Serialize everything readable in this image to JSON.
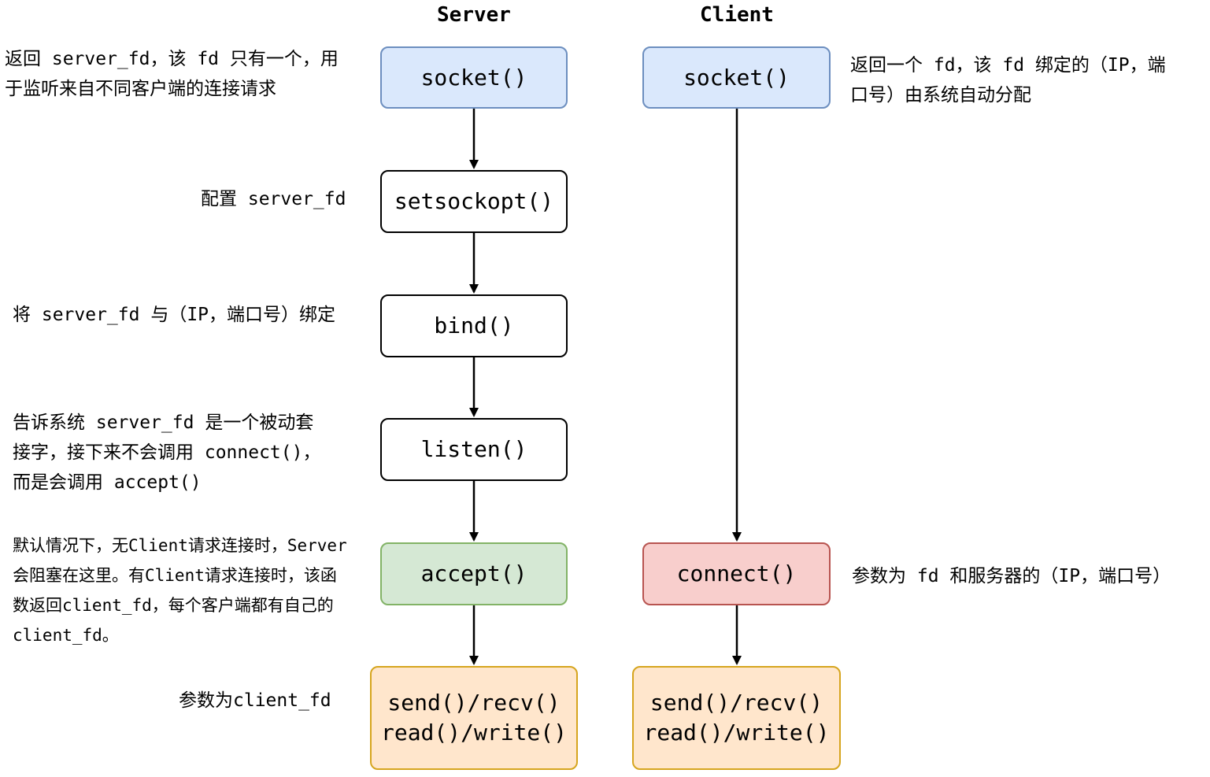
{
  "columns": {
    "server": "Server",
    "client": "Client"
  },
  "server": {
    "socket": "socket()",
    "setsockopt": "setsockopt()",
    "bind": "bind()",
    "listen": "listen()",
    "accept": "accept()",
    "io": [
      "send()/recv()",
      "read()/write()"
    ]
  },
  "client": {
    "socket": "socket()",
    "connect": "connect()",
    "io": [
      "send()/recv()",
      "read()/write()"
    ]
  },
  "notes": {
    "server_socket": [
      "返回 server_fd，该 fd 只有一个，用",
      "于监听来自不同客户端的连接请求"
    ],
    "setsockopt": [
      "配置 server_fd"
    ],
    "bind": [
      "将 server_fd 与（IP，端口号）绑定"
    ],
    "listen": [
      "告诉系统 server_fd 是一个被动套",
      "接字，接下来不会调用 connect()，",
      "而是会调用 accept()"
    ],
    "accept": [
      "默认情况下，无Client请求连接时，Server",
      "会阻塞在这里。有Client请求连接时，该函",
      "数返回client_fd，每个客户端都有自己的",
      "client_fd。"
    ],
    "server_io": [
      "参数为client_fd"
    ],
    "client_socket": [
      "返回一个 fd，该 fd 绑定的（IP，端",
      "口号）由系统自动分配"
    ],
    "connect": [
      "参数为 fd 和服务器的（IP，端口号）"
    ]
  }
}
